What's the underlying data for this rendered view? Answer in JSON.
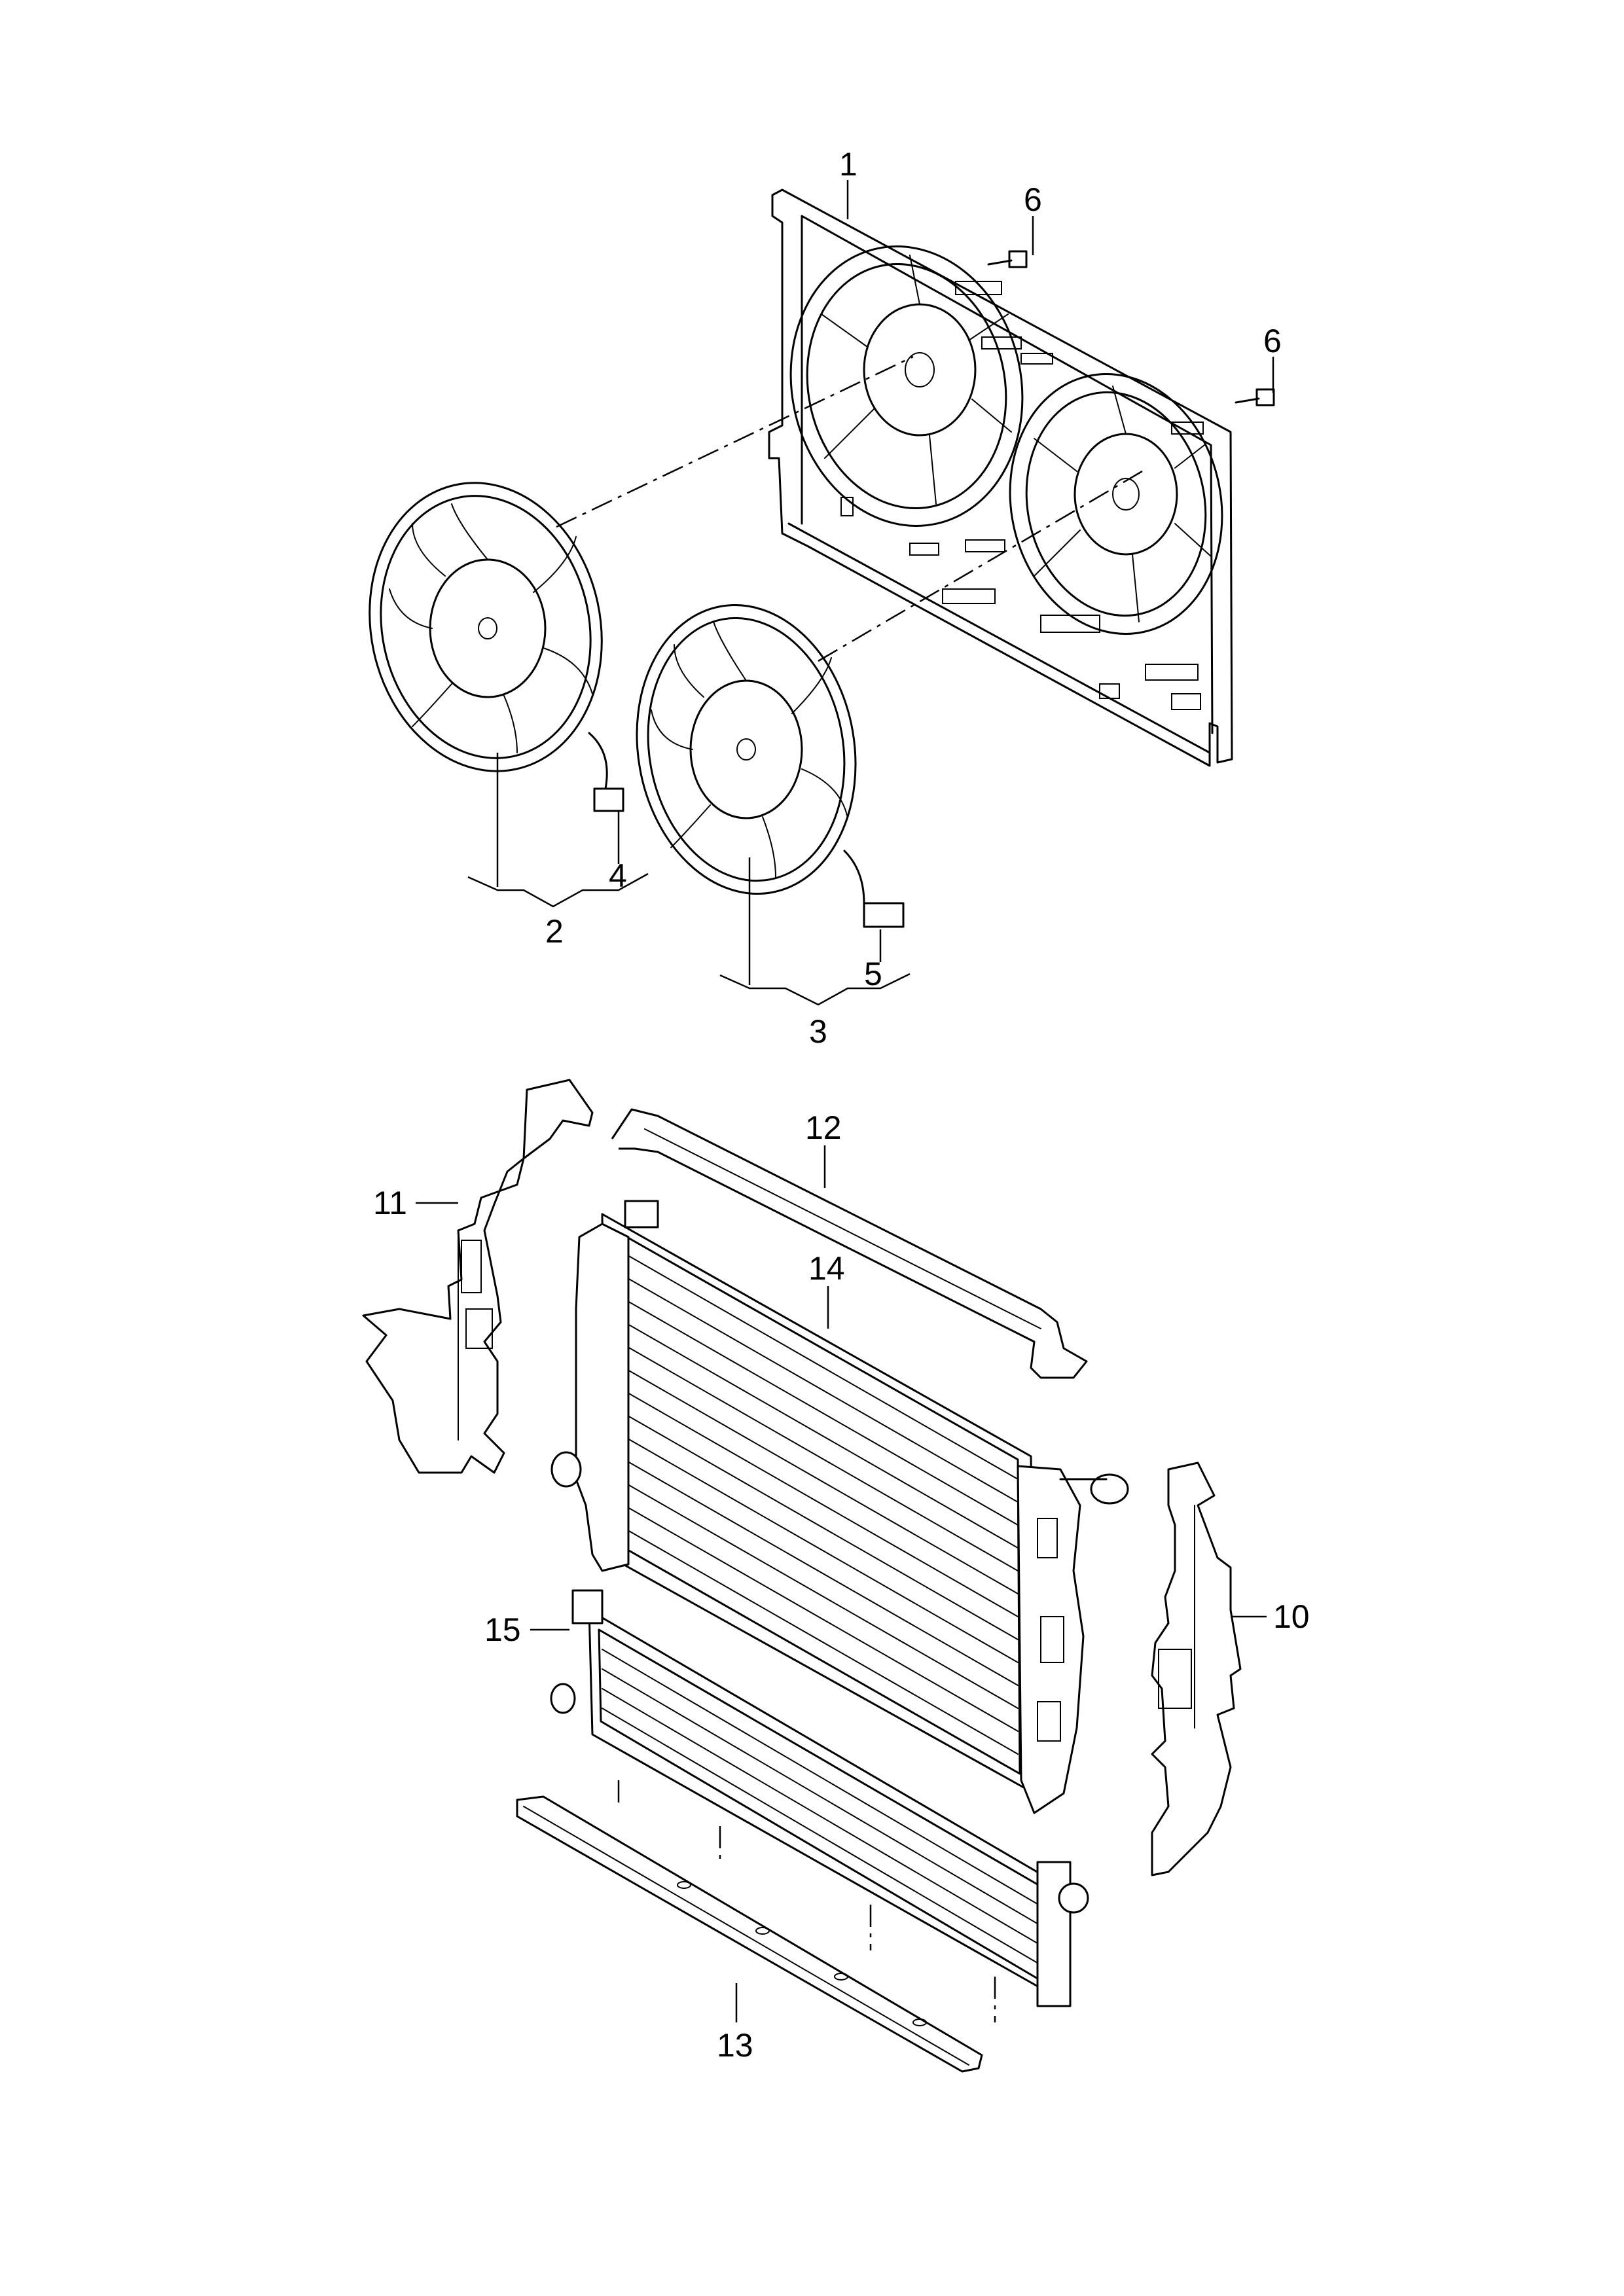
{
  "callouts": {
    "c1": "1",
    "c2": "2",
    "c3": "3",
    "c4": "4",
    "c5": "5",
    "c6a": "6",
    "c6b": "6",
    "c10": "10",
    "c11": "11",
    "c12": "12",
    "c13": "13",
    "c14": "14",
    "c15": "15"
  },
  "colors": {
    "line": "#000000",
    "background": "#ffffff"
  }
}
